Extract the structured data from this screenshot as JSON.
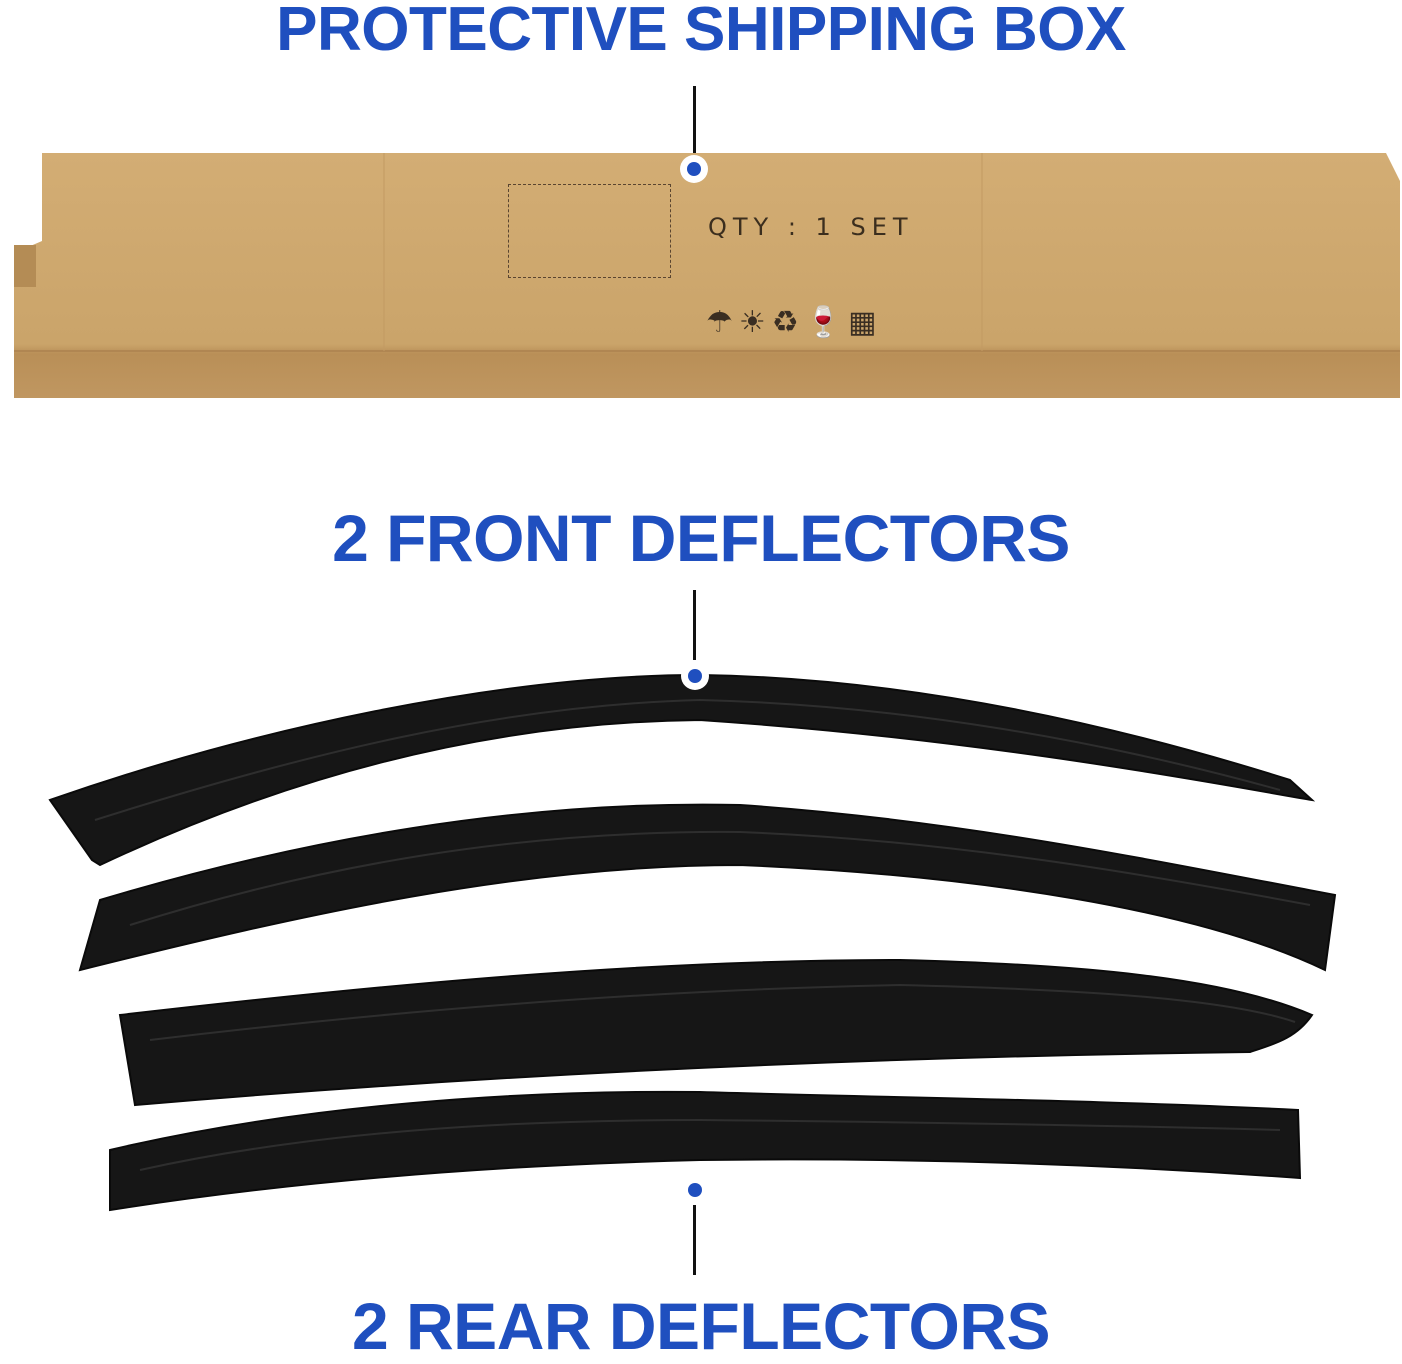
{
  "headings": {
    "box": "PROTECTIVE SHIPPING BOX",
    "front": "2 FRONT DEFLECTORS",
    "rear": "2 REAR DEFLECTORS"
  },
  "box": {
    "label": "QTY : 1 SET",
    "handling_symbols": [
      "keep-dry-icon",
      "keep-away-from-sun-icon",
      "recycle-icon",
      "fragile-icon",
      "no-hooks-icon"
    ],
    "color": "#c9a46b"
  },
  "colors": {
    "heading": "#1f4fbf",
    "marker": "#1f4fbf",
    "deflector": "#141414"
  },
  "deflectors": {
    "front_count": 2,
    "rear_count": 2
  }
}
